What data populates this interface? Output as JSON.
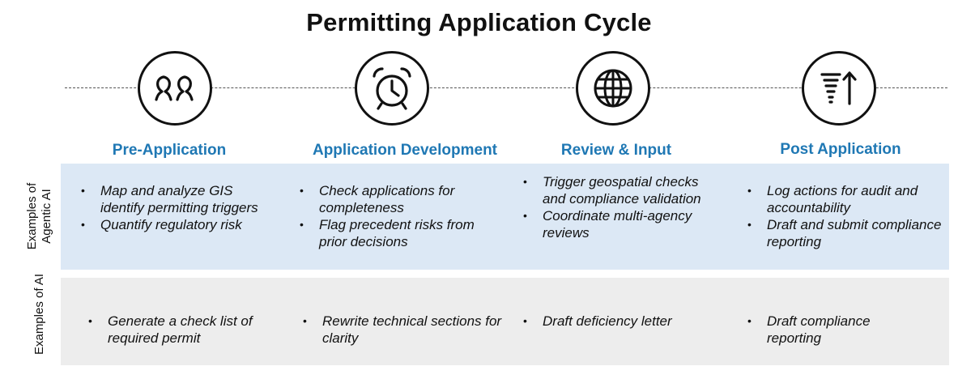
{
  "title": "Permitting Application Cycle",
  "row_labels": {
    "agentic": "Examples of Agentic AI",
    "ai": "Examples of AI"
  },
  "stages": [
    {
      "name": "Pre-Application",
      "icon": "people-icon",
      "agentic": [
        "Map and analyze GIS identify permitting triggers",
        "Quantify regulatory risk"
      ],
      "ai": [
        "Generate a check list of required permit"
      ]
    },
    {
      "name": "Application Development",
      "icon": "alarm-clock-icon",
      "agentic": [
        "Check applications for completeness",
        "Flag precedent risks from prior decisions"
      ],
      "ai": [
        "Rewrite technical sections for clarity"
      ]
    },
    {
      "name": "Review & Input",
      "icon": "globe-icon",
      "agentic": [
        "Trigger geospatial checks and compliance validation",
        "Coordinate multi-agency reviews"
      ],
      "ai": [
        "Draft deficiency letter"
      ]
    },
    {
      "name": "Post Application",
      "icon": "sort-ascending-icon",
      "agentic": [
        "Log actions for audit and accountability",
        "Draft and submit compliance reporting"
      ],
      "ai": [
        "Draft compliance reporting"
      ]
    }
  ],
  "colors": {
    "heading": "#1f78b4",
    "agentic_band": "#dce8f5",
    "ai_band": "#ededed"
  }
}
